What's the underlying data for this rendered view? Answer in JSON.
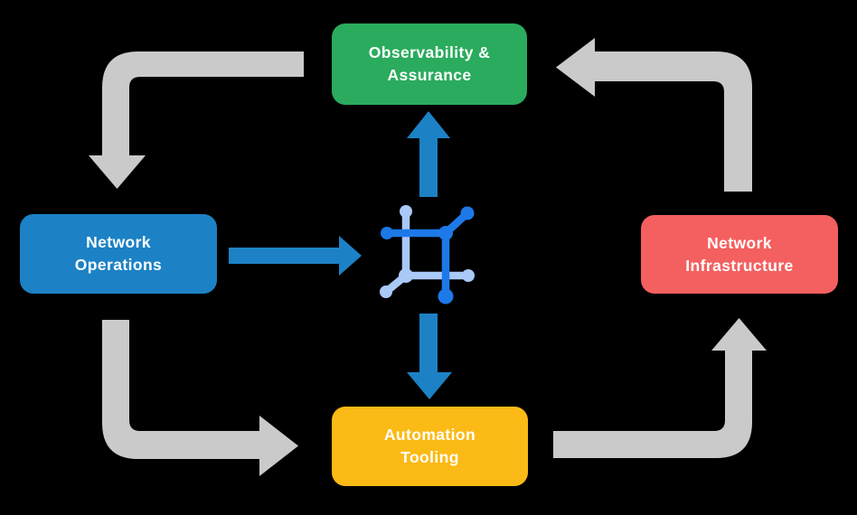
{
  "diagram": {
    "description": "Closed-loop network automation cycle diagram",
    "background": "#000000"
  },
  "colors": {
    "background": "#000000",
    "text": "#ffffff",
    "green": "#2AAB5D",
    "blue": "#1C82C5",
    "red": "#F45F5F",
    "yellow": "#FBBA15",
    "arrow_gray": "#CACACA",
    "arrow_blue": "#1C82C5",
    "icon_dark": "#1D79E8",
    "icon_light": "#A9C9F7"
  },
  "nodes": {
    "observability": {
      "line1": "Observability &",
      "line2": "Assurance",
      "color": "#2AAB5D"
    },
    "operations": {
      "line1": "Network",
      "line2": "Operations",
      "color": "#1C82C5"
    },
    "infrastructure": {
      "line1": "Network",
      "line2": "Infrastructure",
      "color": "#F45F5F"
    },
    "automation": {
      "line1": "Automation",
      "line2": "Tooling",
      "color": "#FBBA15"
    }
  },
  "arrows": {
    "cycle": [
      {
        "from": "observability",
        "to": "operations",
        "color": "#CACACA"
      },
      {
        "from": "operations",
        "to": "automation",
        "color": "#CACACA"
      },
      {
        "from": "automation",
        "to": "infrastructure",
        "color": "#CACACA"
      },
      {
        "from": "infrastructure",
        "to": "observability",
        "color": "#CACACA"
      }
    ],
    "hub": [
      {
        "from": "operations",
        "to": "hub-icon",
        "color": "#1C82C5"
      },
      {
        "from": "hub-icon",
        "to": "observability",
        "color": "#1C82C5"
      },
      {
        "from": "hub-icon",
        "to": "automation",
        "color": "#1C82C5"
      }
    ]
  },
  "icon": {
    "name": "network-fabric-icon"
  }
}
